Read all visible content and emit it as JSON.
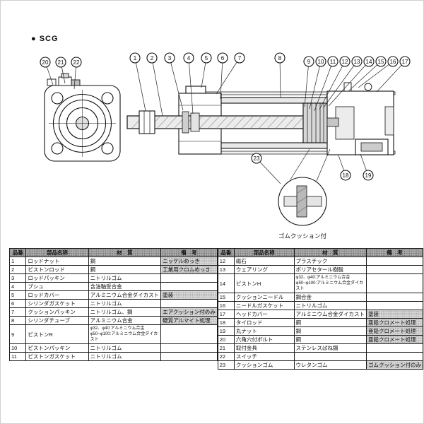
{
  "page": {
    "series_label": "● SCG",
    "detail_caption": "ゴムクッション付"
  },
  "callouts": {
    "c1": "1",
    "c2": "2",
    "c3": "3",
    "c4": "4",
    "c5": "5",
    "c6": "6",
    "c7": "7",
    "c8": "8",
    "c9": "9",
    "c10": "10",
    "c11": "11",
    "c12": "12",
    "c13": "13",
    "c14": "14",
    "c15": "15",
    "c16": "16",
    "c17": "17",
    "c18": "18",
    "c19": "19",
    "c20": "20",
    "c21": "21",
    "c22": "22",
    "c23": "23"
  },
  "table": {
    "headers": [
      "品番",
      "部品名称",
      "材　質",
      "備　考"
    ],
    "left_rows": [
      {
        "no": "1",
        "name": "ロッドナット",
        "material": "鋼",
        "remark": "ニッケルめっき"
      },
      {
        "no": "2",
        "name": "ピストンロッド",
        "material": "鋼",
        "remark": "工業用クロムめっき"
      },
      {
        "no": "3",
        "name": "ロッドパッキン",
        "material": "ニトリルゴム",
        "remark": ""
      },
      {
        "no": "4",
        "name": "ブシュ",
        "material": "含油軸受合金",
        "remark": ""
      },
      {
        "no": "5",
        "name": "ロッドカバー",
        "material": "アルミニウム合金ダイカスト",
        "remark": "塗装"
      },
      {
        "no": "6",
        "name": "シリンダガスケット",
        "material": "ニトリルゴム",
        "remark": ""
      },
      {
        "no": "7",
        "name": "クッションパッキン",
        "material": "ニトリルゴム、鋼",
        "remark": "エアクッション付のみ"
      },
      {
        "no": "8",
        "name": "シリンダチューブ",
        "material": "アルミニウム合金",
        "remark": "硬質アルマイト処理"
      },
      {
        "no": "9",
        "name": "ピストンR",
        "material": "φ32、φ40:アルミニウム合金\nφ50~φ100:アルミニウム合金ダイカスト",
        "remark": ""
      },
      {
        "no": "10",
        "name": "ピストンパッキン",
        "material": "ニトリルゴム",
        "remark": ""
      },
      {
        "no": "11",
        "name": "ピストンガスケット",
        "material": "ニトリルゴム",
        "remark": ""
      }
    ],
    "right_rows": [
      {
        "no": "12",
        "name": "磁石",
        "material": "プラスチック",
        "remark": ""
      },
      {
        "no": "13",
        "name": "ウェアリング",
        "material": "ポリアセタール樹脂",
        "remark": ""
      },
      {
        "no": "14",
        "name": "ピストンH",
        "material": "φ32、φ40:アルミニウム合金\nφ50~φ100:アルミニウム合金ダイカスト",
        "remark": ""
      },
      {
        "no": "15",
        "name": "クッションニードル",
        "material": "鋼合金",
        "remark": ""
      },
      {
        "no": "16",
        "name": "ニードルガスケット",
        "material": "ニトリルゴム",
        "remark": ""
      },
      {
        "no": "17",
        "name": "ヘッドカバー",
        "material": "アルミニウム合金ダイカスト",
        "remark": "塗装"
      },
      {
        "no": "18",
        "name": "タイロッド",
        "material": "鋼",
        "remark": "亜鉛クロメート処理"
      },
      {
        "no": "19",
        "name": "丸ナット",
        "material": "鋼",
        "remark": "亜鉛クロメート処理"
      },
      {
        "no": "20",
        "name": "六角穴付ボルト",
        "material": "鋼",
        "remark": "亜鉛クロメート処理"
      },
      {
        "no": "21",
        "name": "取付金具",
        "material": "ステンレスばね鋼",
        "remark": ""
      },
      {
        "no": "22",
        "name": "スイッチ",
        "material": "",
        "remark": ""
      },
      {
        "no": "23",
        "name": "クッションゴム",
        "material": "ウレタンゴム",
        "remark": "ゴムクッション付のみ"
      }
    ]
  }
}
